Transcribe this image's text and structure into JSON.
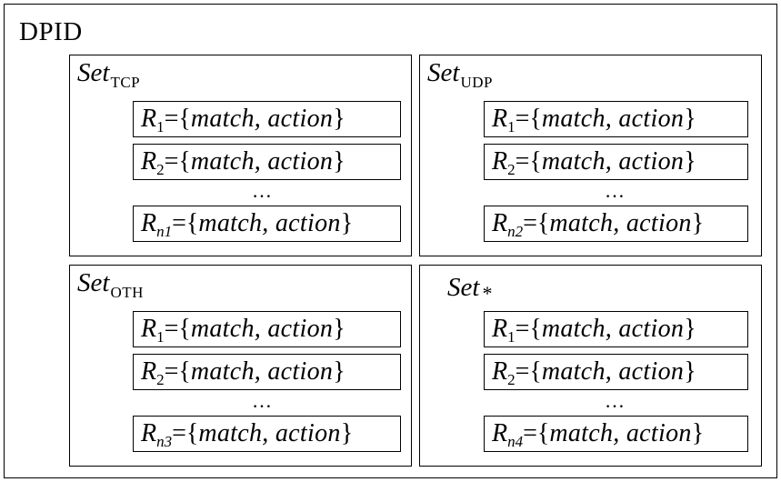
{
  "title": "DPID",
  "sets": [
    {
      "name": "Set",
      "sub": "TCP",
      "rules": [
        {
          "r": "R",
          "sub": "1",
          "sub_italic": false
        },
        {
          "r": "R",
          "sub": "2",
          "sub_italic": false
        },
        {
          "r": "R",
          "sub": "n1",
          "sub_italic": true
        }
      ]
    },
    {
      "name": "Set",
      "sub": "UDP",
      "rules": [
        {
          "r": "R",
          "sub": "1",
          "sub_italic": false
        },
        {
          "r": "R",
          "sub": "2",
          "sub_italic": false
        },
        {
          "r": "R",
          "sub": "n2",
          "sub_italic": true
        }
      ]
    },
    {
      "name": "Set",
      "sub": "OTH",
      "rules": [
        {
          "r": "R",
          "sub": "1",
          "sub_italic": false
        },
        {
          "r": "R",
          "sub": "2",
          "sub_italic": false
        },
        {
          "r": "R",
          "sub": "n3",
          "sub_italic": true
        }
      ]
    },
    {
      "name": "Set",
      "sub": "*",
      "rules": [
        {
          "r": "R",
          "sub": "1",
          "sub_italic": false
        },
        {
          "r": "R",
          "sub": "2",
          "sub_italic": false
        },
        {
          "r": "R",
          "sub": "n4",
          "sub_italic": true
        }
      ]
    }
  ],
  "rule_eq": "=",
  "rule_open": "{",
  "rule_body": "match, action",
  "rule_close": "}",
  "ellipsis": "…"
}
